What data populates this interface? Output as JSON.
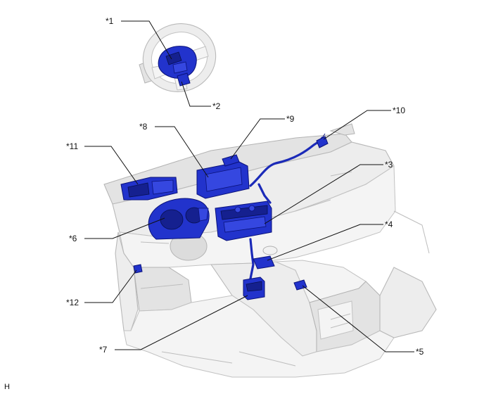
{
  "diagram": {
    "callouts": {
      "c1": "*1",
      "c2": "*2",
      "c3": "*3",
      "c4": "*4",
      "c5": "*5",
      "c6": "*6",
      "c7": "*7",
      "c8": "*8",
      "c9": "*9",
      "c10": "*10",
      "c11": "*11",
      "c12": "*12"
    },
    "view_code": "H",
    "colors": {
      "component": "#2233cc",
      "vehicle_body": "#ededed",
      "leader_line": "#111111"
    }
  }
}
